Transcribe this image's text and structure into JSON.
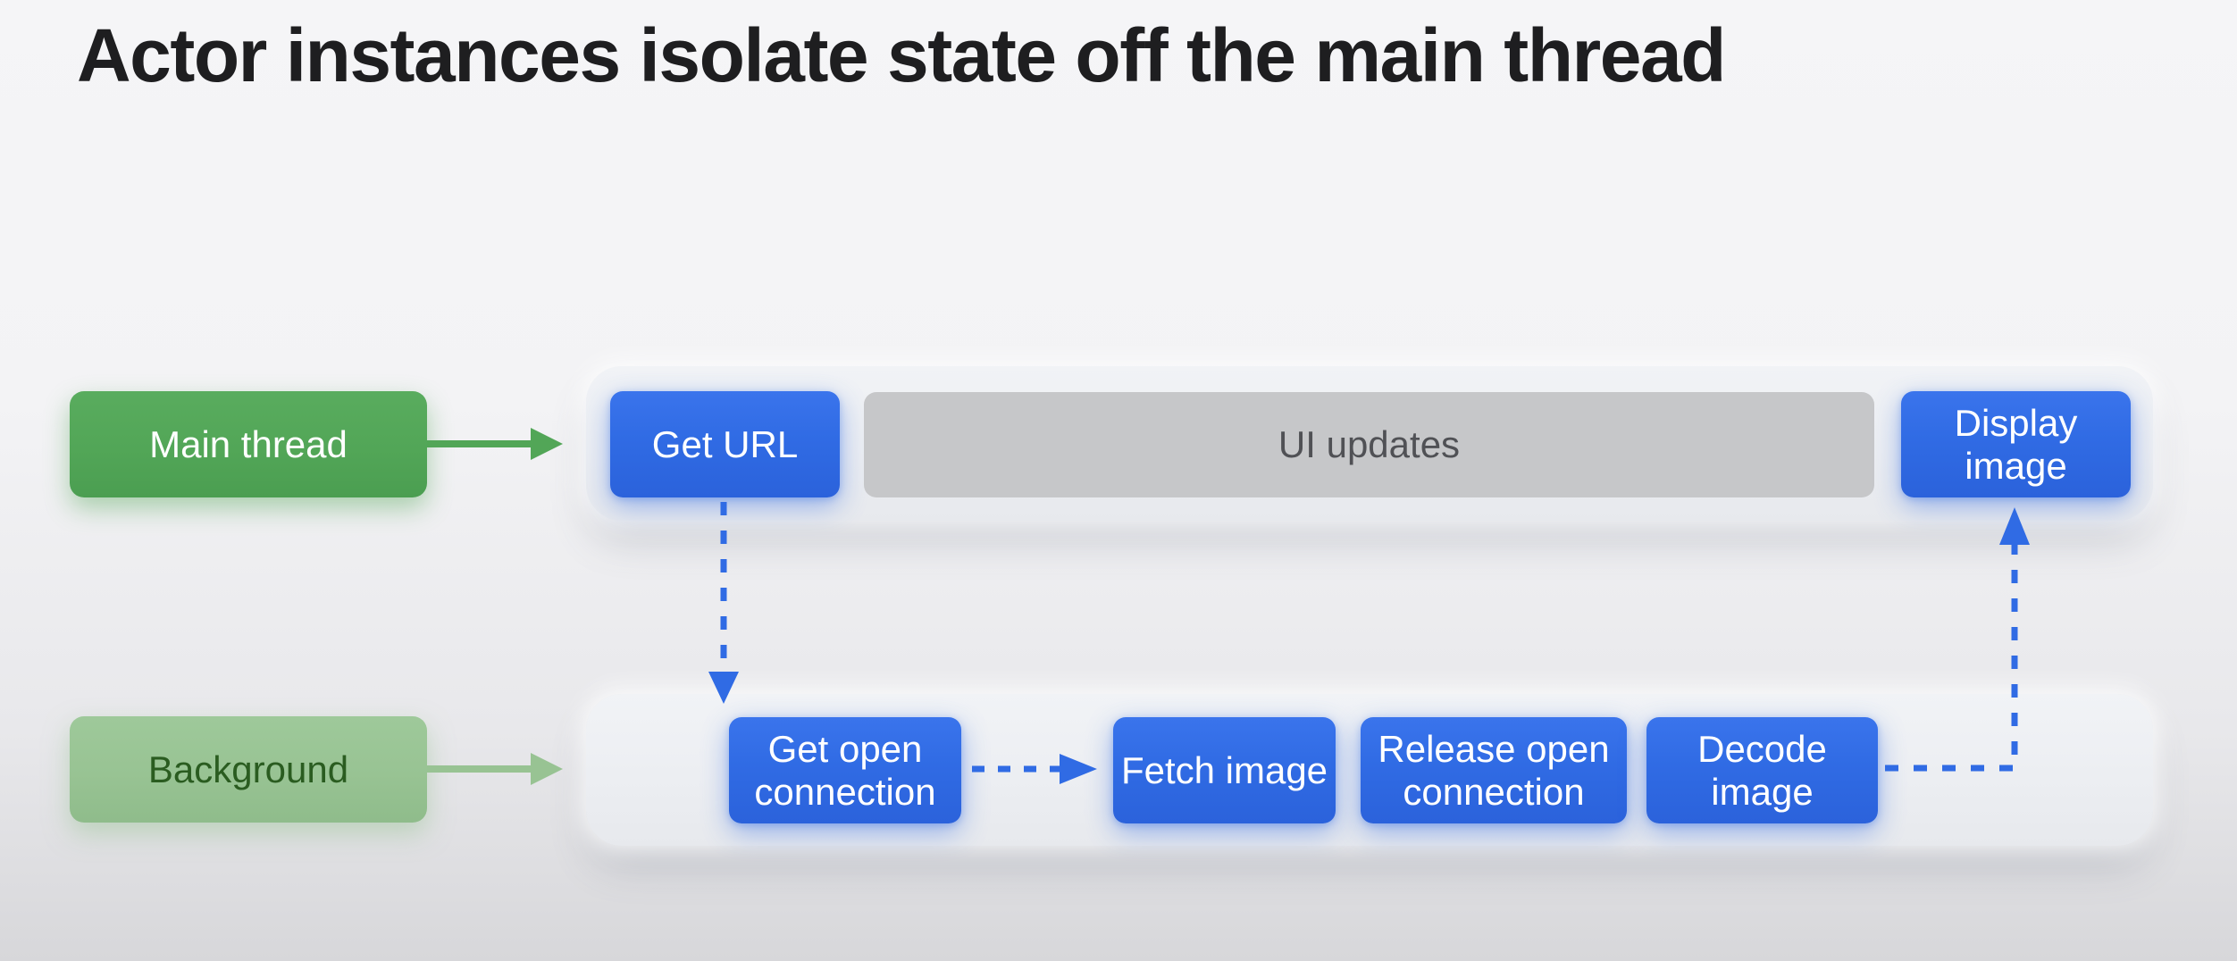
{
  "slide": {
    "title": "Actor instances isolate state off the main thread"
  },
  "colors": {
    "page_top": "#F5F5F7",
    "page_bottom": "#D7D7DA",
    "title_text": "#1E1E20",
    "green_solid": "#52A657",
    "green_light": "#98C393",
    "green_text_dark": "#2A5C20",
    "blue": "#306BE4",
    "gray_bar": "#C6C7C9",
    "gray_bar_text": "#505155",
    "panel": "#ECEEF2",
    "box_text": "#FFFFFF"
  },
  "lanes": {
    "main": {
      "label": "Main thread",
      "steps": {
        "get_url": "Get URL",
        "ui_updates": "UI updates",
        "display_image": "Display\nimage"
      }
    },
    "background": {
      "label": "Background",
      "steps": {
        "get_open_connection": "Get open\nconnection",
        "fetch_image": "Fetch image",
        "release_open_connection": "Release open\nconnection",
        "decode_image": "Decode\nimage"
      }
    }
  }
}
